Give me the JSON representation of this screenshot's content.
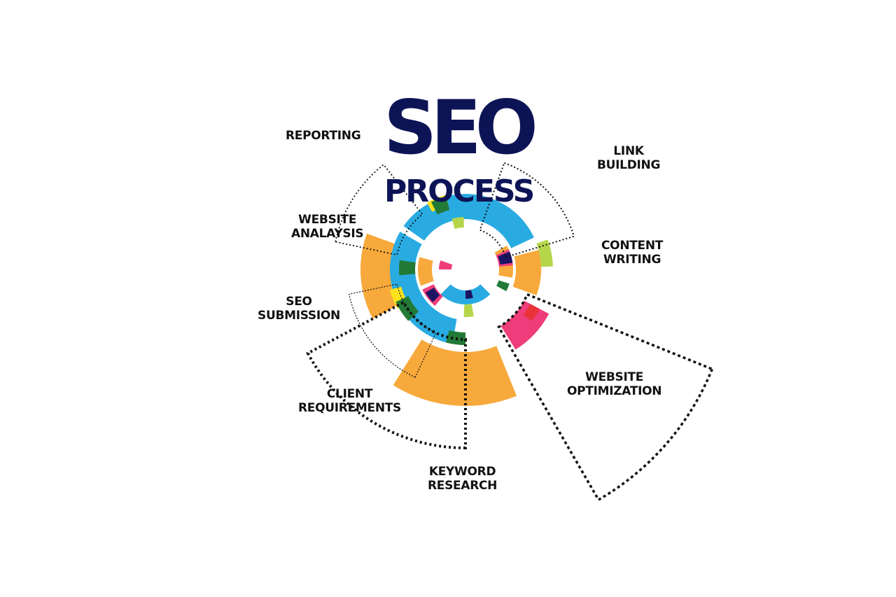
{
  "title": {
    "main": "SEO",
    "sub": "PROCESS",
    "color": "#0d1456"
  },
  "steps": [
    {
      "id": "reporting",
      "lines": [
        "REPORTING"
      ]
    },
    {
      "id": "link-building",
      "lines": [
        "LINK",
        "BUILDING"
      ]
    },
    {
      "id": "website-analysis",
      "lines": [
        "WEBSITE",
        "ANALAYSIS"
      ]
    },
    {
      "id": "content-writing",
      "lines": [
        "CONTENT",
        "WRITING"
      ]
    },
    {
      "id": "seo-submission",
      "lines": [
        "SEO",
        "SUBMISSION"
      ]
    },
    {
      "id": "website-optimization",
      "lines": [
        "WEBSITE",
        "OPTIMIZATION"
      ]
    },
    {
      "id": "client-requirements",
      "lines": [
        "CLIENT",
        "REQUIREMENTS"
      ]
    },
    {
      "id": "keyword-research",
      "lines": [
        "KEYWORD",
        "RESEARCH"
      ]
    }
  ],
  "palette": {
    "blue": "#29abe2",
    "orange": "#f7a93b",
    "pink": "#ee3d7a",
    "navy": "#1b1464",
    "green": "#217a35",
    "lime": "#b5d64a",
    "yellow": "#fce21b",
    "red": "#e8312d"
  }
}
